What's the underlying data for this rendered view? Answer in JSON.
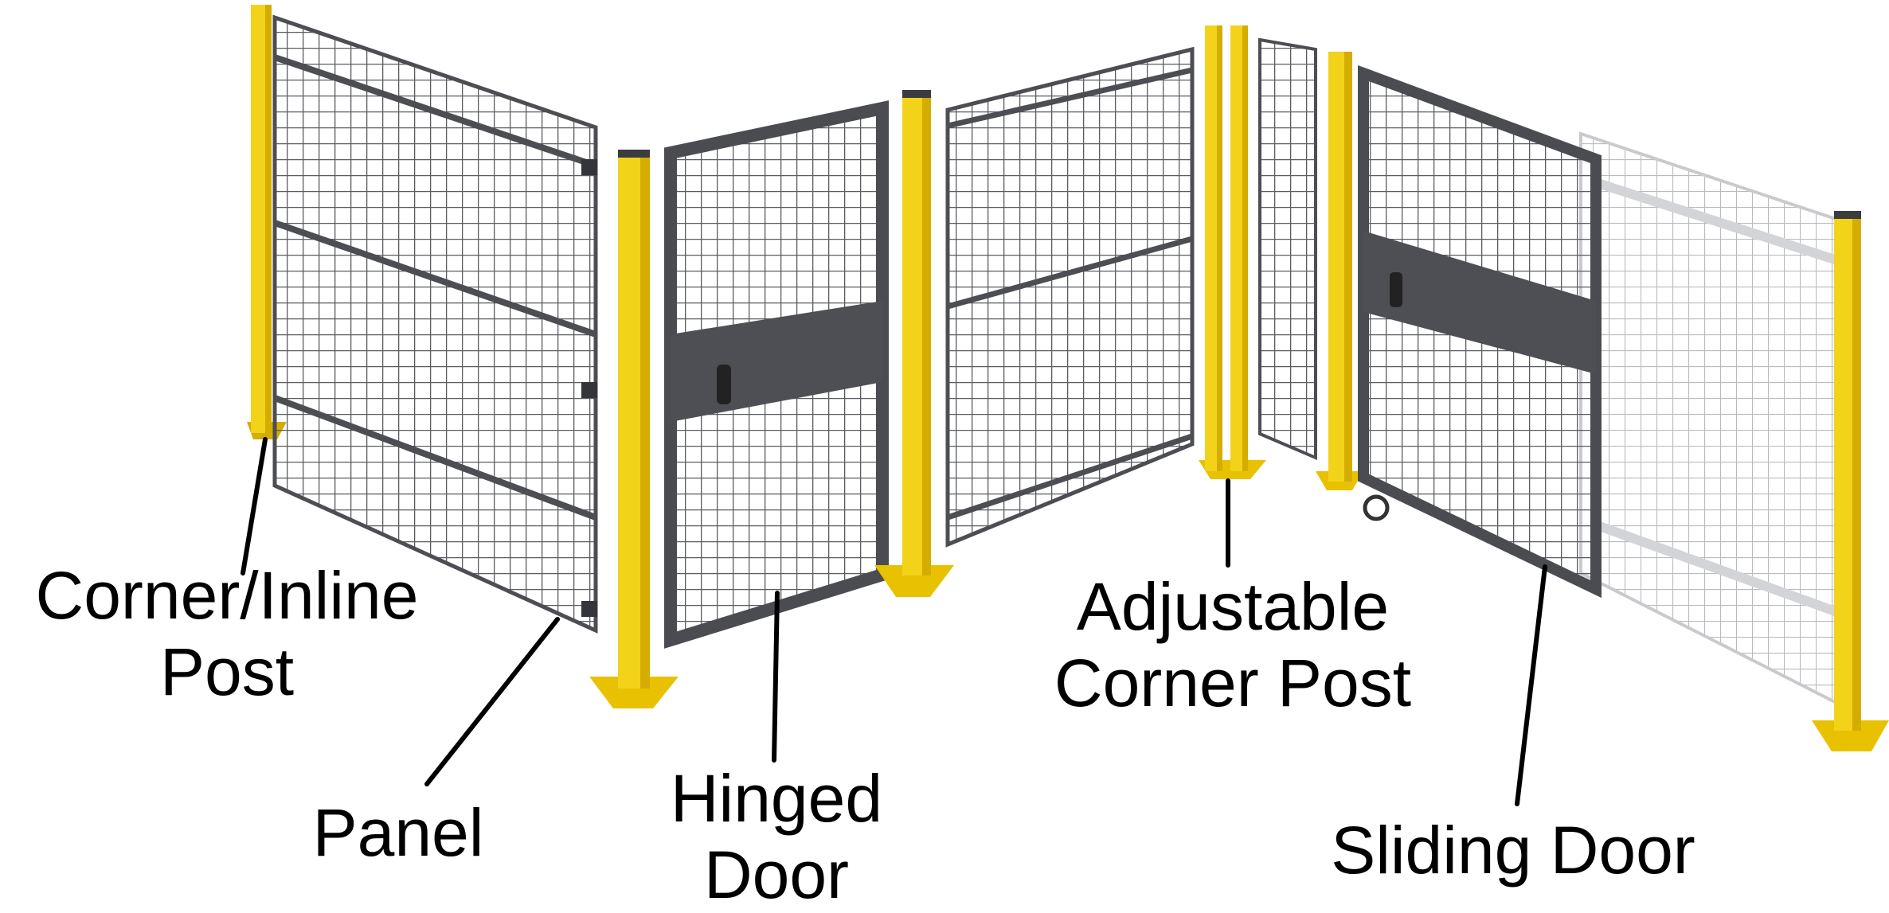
{
  "labels": {
    "corner_inline_post": {
      "line1": "Corner/Inline",
      "line2": "Post"
    },
    "panel": {
      "line1": "Panel"
    },
    "hinged_door": {
      "line1": "Hinged",
      "line2": "Door"
    },
    "adjustable_corner_post": {
      "line1": "Adjustable",
      "line2": "Corner Post"
    },
    "sliding_door": {
      "line1": "Sliding Door"
    }
  },
  "colors": {
    "post_yellow": "#f3d21a",
    "post_shade": "#d4ad00",
    "mesh_gray": "#55575c",
    "door_frame": "#4a4c51",
    "leader_line": "#000000"
  }
}
